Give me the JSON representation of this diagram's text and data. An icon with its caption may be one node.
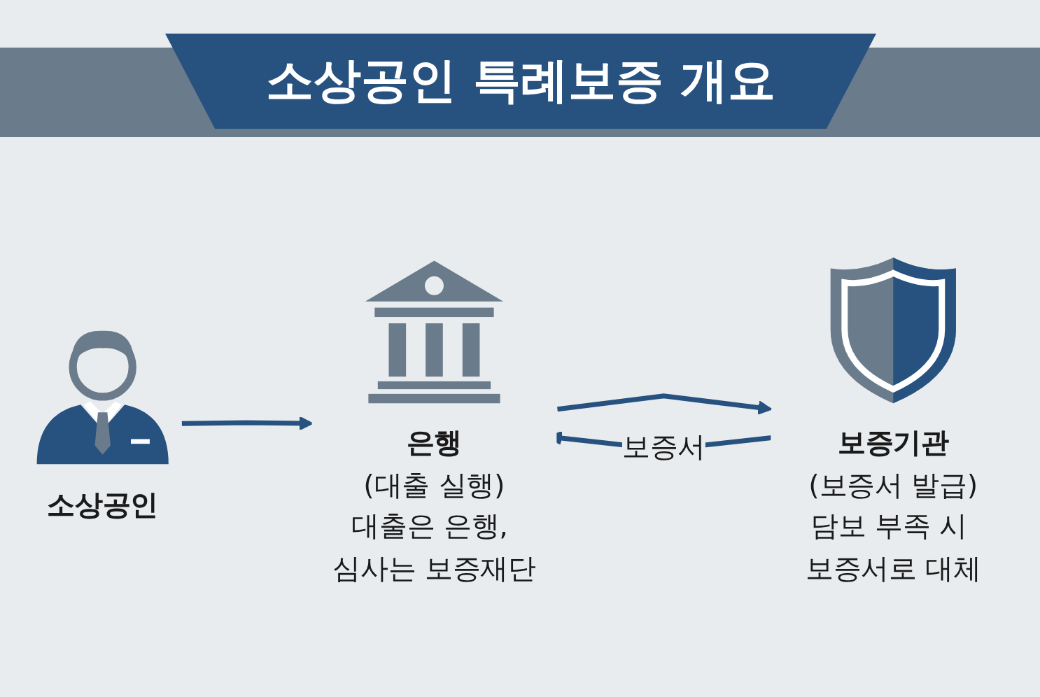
{
  "diagram": {
    "title": "소상공인 특례보증 개요",
    "nodes": [
      {
        "text": [
          "소상공인"
        ]
      },
      {
        "text": [
          "은행",
          "(대출 실행)",
          "대출은 은행, 심사는 보증재단"
        ]
      },
      {
        "text": [
          "보증기관",
          "(보증서 발급)",
          "담보 부족 시 보증서로 대체"
        ]
      }
    ],
    "edges": [
      {
        "from": 0,
        "to": 1,
        "arrow": "to"
      },
      {
        "from": 1,
        "to": 2,
        "arrow": "to"
      },
      {
        "from": 2,
        "to": 1,
        "arrow": "to",
        "label": "보증서"
      }
    ]
  }
}
